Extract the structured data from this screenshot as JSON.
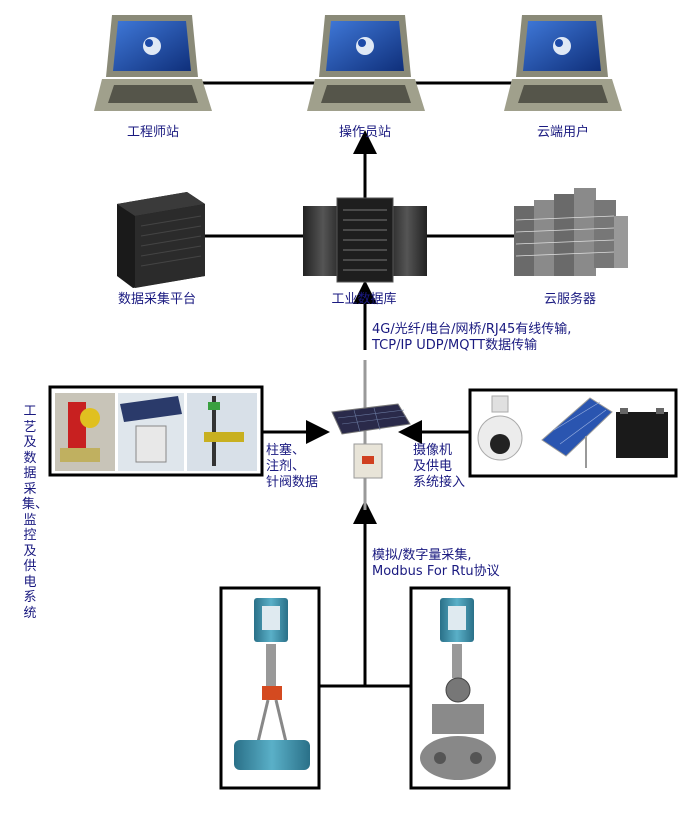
{
  "top_row": {
    "engineer_station": "工程师站",
    "operator_station": "操作员站",
    "cloud_user": "云端用户"
  },
  "middle_row": {
    "data_acquisition_platform": "数据采集平台",
    "industrial_database": "工业数据库",
    "cloud_server": "云服务器"
  },
  "uplink_note": {
    "line1": "4G/光纤/电台/网桥/RJ45有线传输,",
    "line2": "TCP/IP UDP/MQTT数据传输"
  },
  "left_vertical_label": "工艺及数据采集、监控及供电系统",
  "left_link_note": {
    "line1": "柱塞、",
    "line2": "注剂、",
    "line3": "针阀数据"
  },
  "right_link_note": {
    "line1": "摄像机",
    "line2": "及供电",
    "line3": "系统接入"
  },
  "bottom_link_note": {
    "line1": "模拟/数字量采集,",
    "line2": "Modbus For Rtu协议"
  },
  "colors": {
    "label_text": "#1a1a80",
    "line": "#000000",
    "laptop_frame": "#8a8a78",
    "screen_blue": "#1c4aa8",
    "transmitter_teal": "#3a8aa0",
    "solar_blue": "#2a55b0"
  }
}
